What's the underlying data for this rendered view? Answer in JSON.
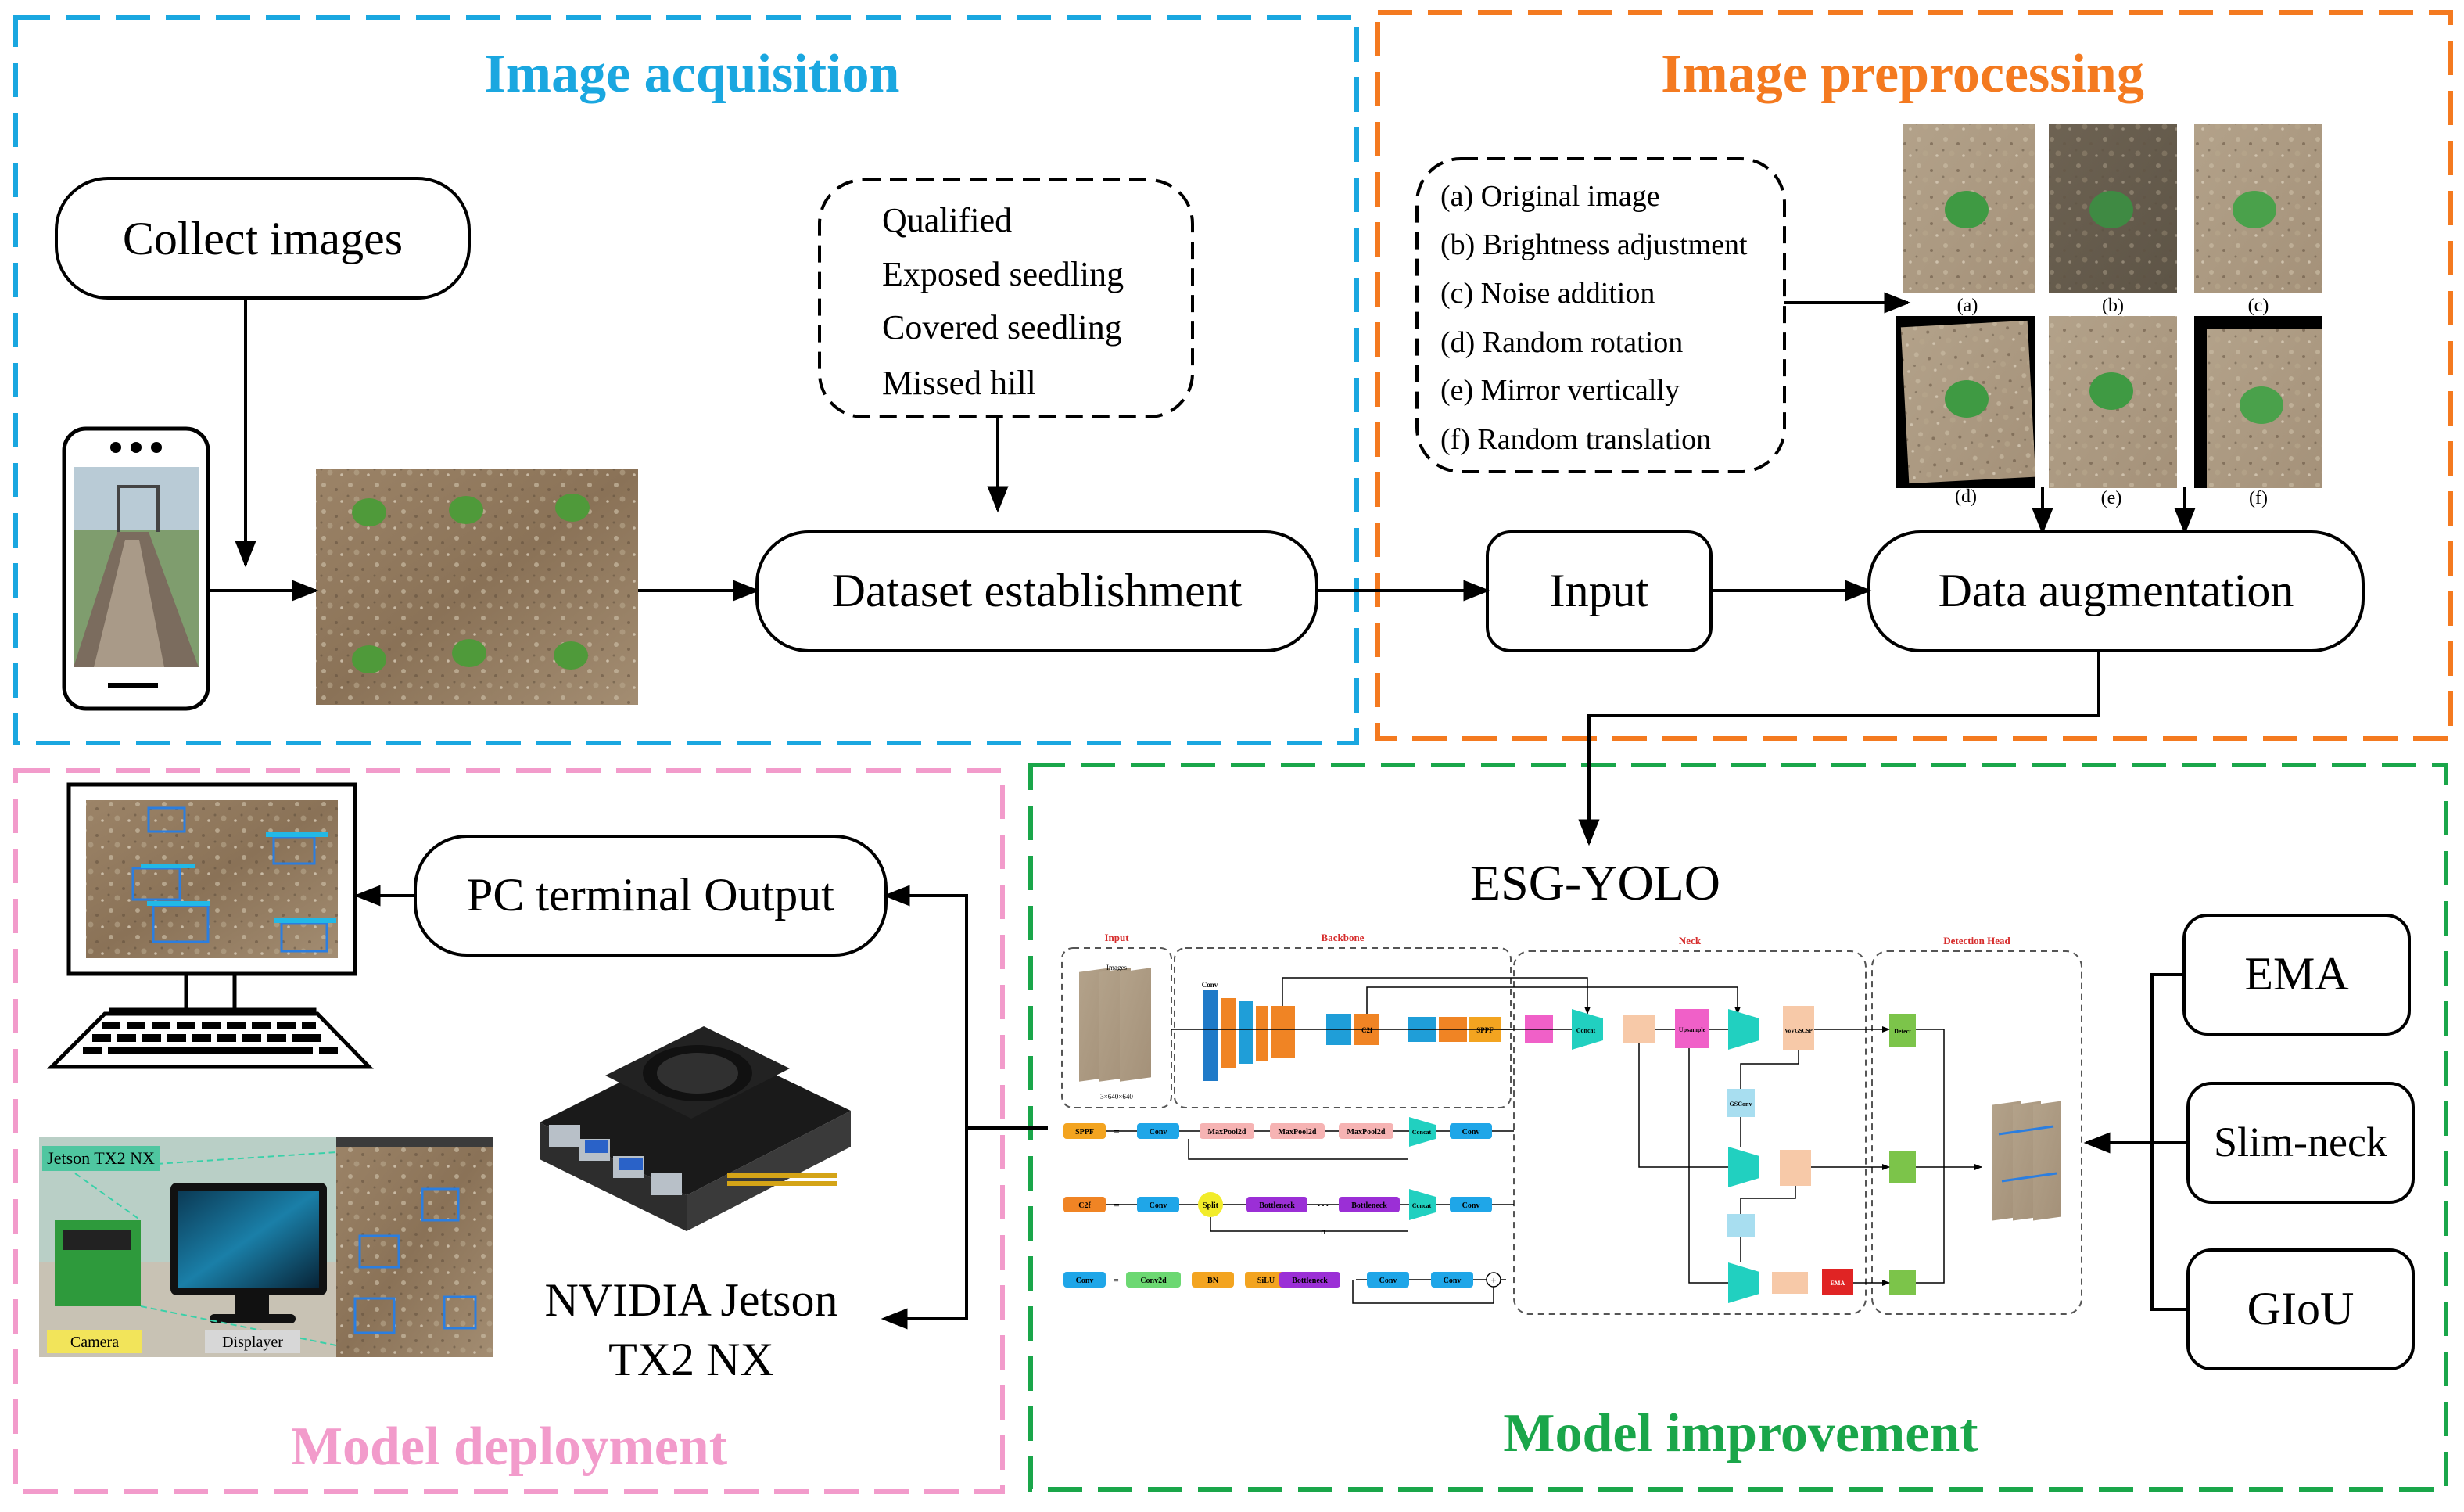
{
  "sections": {
    "acquisition": {
      "title": "Image acquisition",
      "color": "#1aa7e0"
    },
    "preprocessing": {
      "title": "Image preprocessing",
      "color": "#f47a20"
    },
    "deployment": {
      "title": "Model deployment",
      "color": "#f29bcb"
    },
    "improvement": {
      "title": "Model improvement",
      "color": "#1aa64a"
    }
  },
  "nodes": {
    "collect_images": "Collect images",
    "dataset_establishment": "Dataset establishment",
    "input": "Input",
    "data_augmentation": "Data augmentation",
    "esg_yolo": "ESG-YOLO",
    "pc_output": "PC terminal Output",
    "jetson_line1": "NVIDIA Jetson",
    "jetson_line2": "TX2 NX",
    "ema": "EMA",
    "slim_neck": "Slim-neck",
    "giou": "GIoU"
  },
  "categories": [
    "Qualified",
    "Exposed seedling",
    "Covered seedling",
    "Missed hill"
  ],
  "augmentations": [
    "(a) Original image",
    "(b) Brightness adjustment",
    "(c) Noise addition",
    "(d) Random rotation",
    "(e) Mirror vertically",
    "(f) Random translation"
  ],
  "aug_labels": [
    "(a)",
    "(b)",
    "(c)",
    "(d)",
    "(e)",
    "(f)"
  ],
  "photo_labels": {
    "jetson": "Jetson TX2 NX",
    "camera": "Camera",
    "displayer": "Displayer"
  },
  "arch": {
    "groups": {
      "input": "Input",
      "backbone": "Backbone",
      "neck": "Neck",
      "head": "Detection Head"
    },
    "images": "Images",
    "size": "3×640×640",
    "blocks": {
      "conv": "Conv",
      "c2f": "C2f",
      "sppf": "SPPF",
      "concat": "Concat",
      "upsample": "Upsample",
      "vov": "VoVGSCSP",
      "gsconv": "GSConv",
      "detect": "Detect",
      "ema": "EMA",
      "maxpool": "MaxPool2d",
      "split": "Split",
      "bottleneck": "Bottleneck",
      "conv2d": "Conv2d",
      "bn": "BN",
      "silu": "SiLU",
      "n": "n",
      "dots": "⋯",
      "eq": "=",
      "plus": "+"
    }
  }
}
